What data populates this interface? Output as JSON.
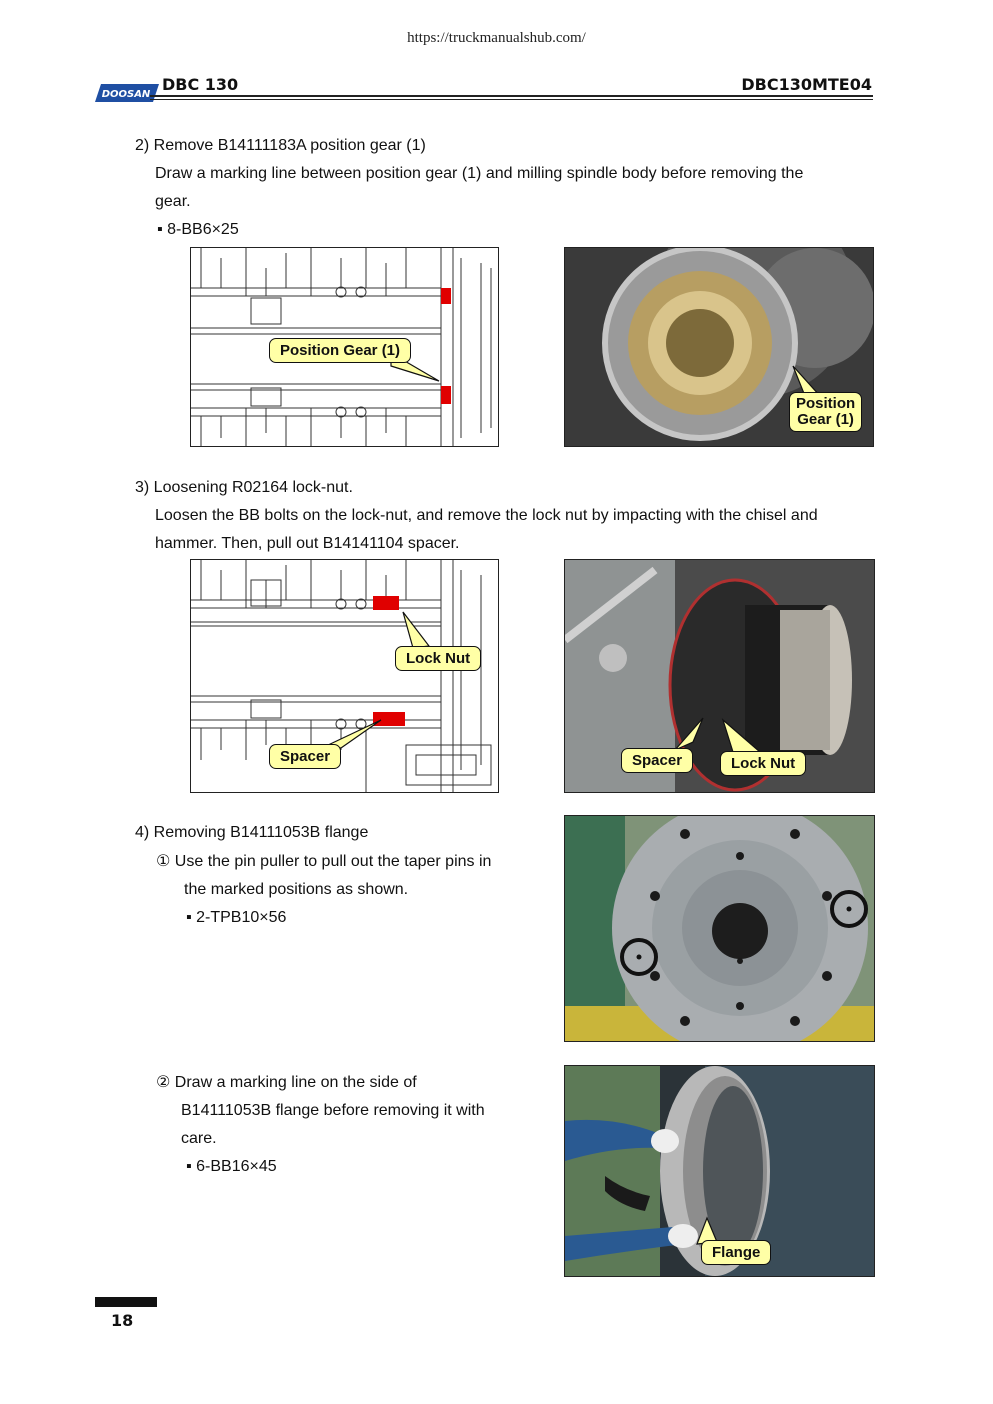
{
  "url": "https://truckmanualshub.com/",
  "header": {
    "logo_text": "DOOSAN",
    "model": "DBC 130",
    "doc_code": "DBC130MTE04"
  },
  "steps": [
    {
      "title": "2) Remove B14111183A position gear (1)",
      "lines": [
        "Draw a marking line between position gear (1) and milling spindle body before removing the",
        "gear."
      ],
      "spec": "▪ 8-BB6×25",
      "diagram_callout": "Position Gear (1)",
      "photo_callout": [
        "Position",
        "Gear (1)"
      ]
    },
    {
      "title": "3) Loosening R02164 lock-nut.",
      "lines": [
        "Loosen the BB bolts on the lock-nut, and remove the lock nut by impacting with the chisel and",
        "hammer. Then, pull out B14141104 spacer."
      ],
      "diagram_callouts": [
        "Lock Nut",
        "Spacer"
      ],
      "photo_callouts": [
        "Spacer",
        "Lock Nut"
      ]
    },
    {
      "title": "4) Removing B14111053B flange",
      "sub1": {
        "lines": [
          "① Use the pin puller to pull out the taper pins in",
          "the marked positions as shown."
        ],
        "spec": "▪ 2-TPB10×56"
      },
      "sub2": {
        "lines": [
          "② Draw a marking line on the side of",
          "B14111053B flange before removing it with",
          "care."
        ],
        "spec": "▪ 6-BB16×45",
        "photo_callout": "Flange"
      }
    }
  ],
  "page_number": "18"
}
